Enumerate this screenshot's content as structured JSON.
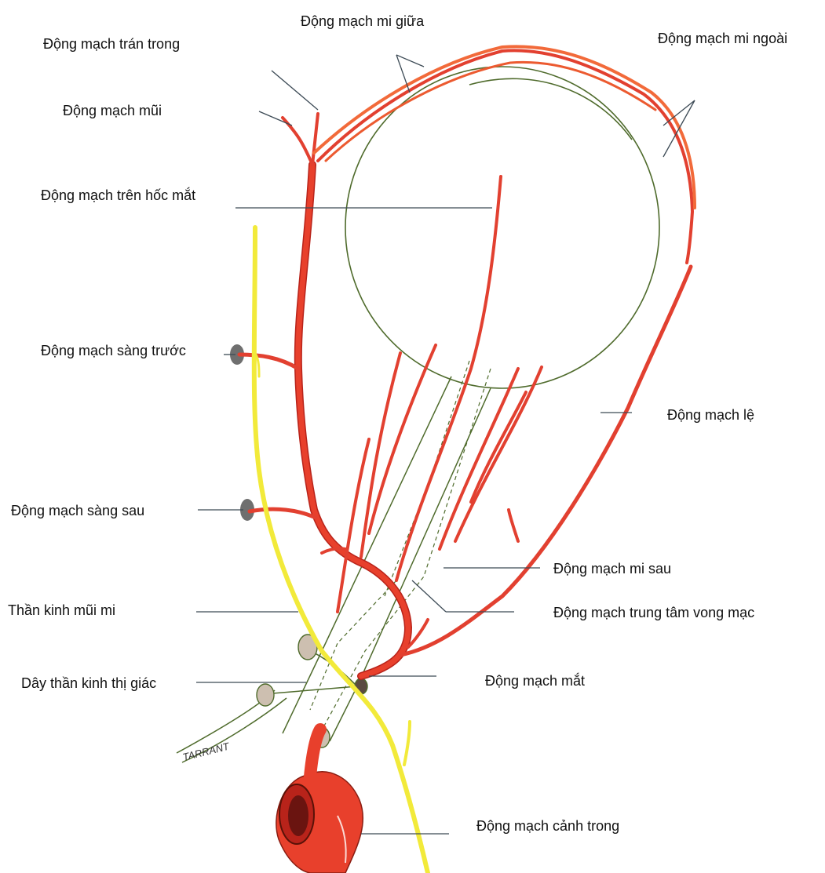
{
  "labels": {
    "mi_giua": "Động mạch mi giữa",
    "tran_trong": "Động mạch trán trong",
    "mi_ngoai": "Động mạch mi ngoài",
    "mui": "Động mạch mũi",
    "tren_hoc_mat": "Động mạch trên hốc mắt",
    "sang_truoc": "Động mạch sàng trước",
    "le": "Động mạch lệ",
    "sang_sau": "Động mạch sàng sau",
    "mi_sau": "Động mạch mi sau",
    "than_kinh_mui_mi": "Thần kinh mũi mi",
    "trung_tam_vong_mac": "Động mạch trung tâm vong mạc",
    "day_than_kinh_thi_giac": "Dây thần kinh thị giác",
    "mat": "Động mạch mắt",
    "canh_trong": "Động mạch cảnh trong"
  },
  "signature": "TARRANT",
  "colors": {
    "artery": "#e8402c",
    "artery_dark": "#b8231a",
    "artery_light": "#f26a3a",
    "nerve": "#f2ea3a",
    "outline": "#4f6b2c",
    "leader": "#3c4a55",
    "text": "#111111"
  }
}
